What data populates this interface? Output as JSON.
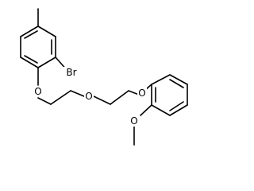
{
  "molecule": {
    "atoms": {
      "bromine": "Br",
      "oxygen_aryl_ether_left": "O",
      "oxygen_central_ether": "O",
      "oxygen_aryl_ether_right": "O",
      "oxygen_methoxy": "O"
    }
  }
}
